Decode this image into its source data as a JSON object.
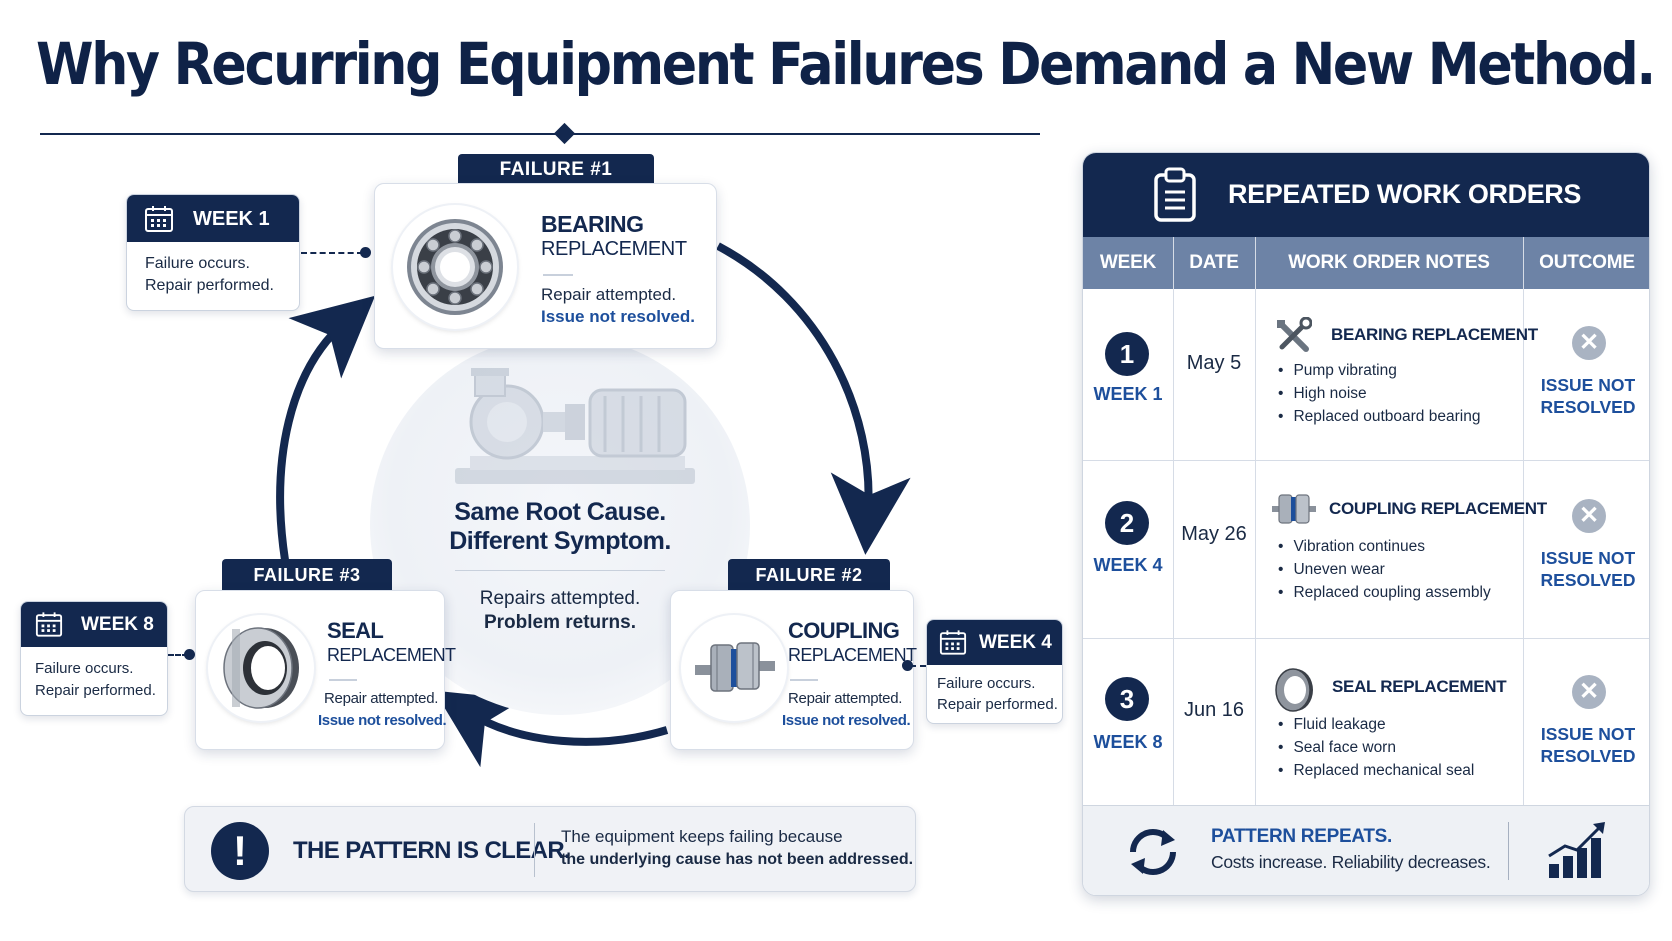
{
  "title": "Why Recurring Equipment Failures Demand a New Method.",
  "colors": {
    "navy": "#13284f",
    "accent_blue": "#1d4f9c",
    "table_header": "#6d83a6"
  },
  "center": {
    "heading_line1": "Same Root Cause.",
    "heading_line2": "Different Symptom.",
    "sub_line1": "Repairs attempted.",
    "sub_line2": "Problem returns.",
    "icon": "centrifugal-pump-icon"
  },
  "failures": [
    {
      "tab": "FAILURE #1",
      "name": "BEARING",
      "sub": "REPLACEMENT",
      "note": "Repair attempted.",
      "issue": "Issue not resolved.",
      "icon": "ball-bearing-icon"
    },
    {
      "tab": "FAILURE #2",
      "name": "COUPLING",
      "sub": "REPLACEMENT",
      "note": "Repair attempted.",
      "issue": "Issue not resolved.",
      "icon": "shaft-coupling-icon"
    },
    {
      "tab": "FAILURE #3",
      "name": "SEAL",
      "sub": "REPLACEMENT",
      "note": "Repair attempted.",
      "issue": "Issue not resolved.",
      "icon": "mechanical-seal-icon"
    }
  ],
  "weeks": [
    {
      "label": "WEEK 1",
      "line1": "Failure occurs.",
      "line2": "Repair performed."
    },
    {
      "label": "WEEK 4",
      "line1": "Failure occurs.",
      "line2": "Repair performed."
    },
    {
      "label": "WEEK 8",
      "line1": "Failure occurs.",
      "line2": "Repair performed."
    }
  ],
  "pattern": {
    "title": "THE PATTERN IS CLEAR.",
    "line1": "The equipment keeps failing because",
    "line2": "the underlying cause has not been addressed.",
    "icon_glyph": "!"
  },
  "work_orders": {
    "title": "REPEATED WORK ORDERS",
    "columns": [
      "WEEK",
      "DATE",
      "WORK ORDER NOTES",
      "OUTCOME"
    ],
    "rows": [
      {
        "num": "1",
        "week": "WEEK 1",
        "date": "May 5",
        "title": "BEARING REPLACEMENT",
        "icon": "wrench-screwdriver-icon",
        "bullets": [
          "Pump vibrating",
          "High noise",
          "Replaced outboard bearing"
        ],
        "outcome_line1": "ISSUE NOT",
        "outcome_line2": "RESOLVED"
      },
      {
        "num": "2",
        "week": "WEEK 4",
        "date": "May 26",
        "title": "COUPLING REPLACEMENT",
        "icon": "shaft-coupling-icon",
        "bullets": [
          "Vibration continues",
          "Uneven wear",
          "Replaced coupling assembly"
        ],
        "outcome_line1": "ISSUE NOT",
        "outcome_line2": "RESOLVED"
      },
      {
        "num": "3",
        "week": "WEEK 8",
        "date": "Jun 16",
        "title": "SEAL REPLACEMENT",
        "icon": "seal-ring-icon",
        "bullets": [
          "Fluid leakage",
          "Seal face worn",
          "Replaced mechanical seal"
        ],
        "outcome_line1": "ISSUE NOT",
        "outcome_line2": "RESOLVED"
      }
    ],
    "footer_title": "PATTERN REPEATS.",
    "footer_text": "Costs increase. Reliability decreases."
  }
}
